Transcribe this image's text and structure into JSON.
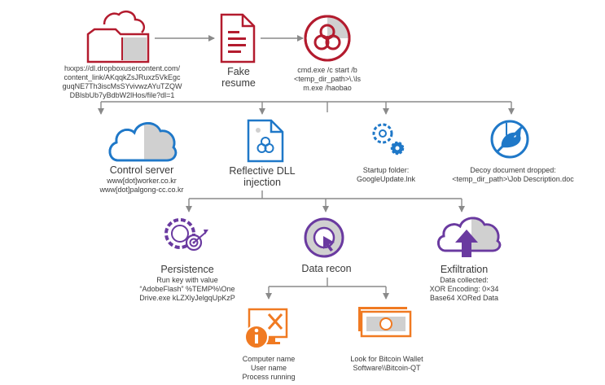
{
  "colors": {
    "red": "#b31b2e",
    "blue": "#1f78c8",
    "purple": "#6a3aa0",
    "orange": "#f07a22",
    "gray_fill": "#d0d0d0",
    "line": "#8a8a8a",
    "text": "#3a3a3a"
  },
  "icons": {
    "cloud_folder": "cloud-folder-icon",
    "resume": "document-icon",
    "cmd": "biohazard-icon",
    "control_server": "cloud-icon",
    "reflective_dll": "biohazard-document-icon",
    "startup": "gears-icon",
    "decoy": "phishing-fish-icon",
    "persistence": "gear-target-icon",
    "data_recon": "cursor-target-icon",
    "exfiltration": "cloud-upload-icon",
    "computer": "computer-info-icon",
    "bitcoin": "banknote-icon"
  },
  "nodes": {
    "dropbox": {
      "lines": [
        "hxxps://dl.dropboxusercontent.com/",
        "content_link/AKqqkZsJRuxz5VkEgc",
        "guqNE7Th3iscMsSYvivwzAYuTZQW",
        "DBlsbUb7yBdbW2lHos/file?dl=1"
      ]
    },
    "fake_resume": {
      "lines": [
        "Fake",
        "resume"
      ]
    },
    "cmd": {
      "lines": [
        "cmd.exe /c start /b",
        "<temp_dir_path>\\.\\ls",
        "m.exe /haobao"
      ]
    },
    "control_server": {
      "title": "Control server",
      "lines": [
        "www[dot]worker.co.kr",
        "www[dot]palgong-cc.co.kr"
      ]
    },
    "reflective_dll": {
      "lines": [
        "Reflective DLL",
        "injection"
      ]
    },
    "startup": {
      "lines": [
        "Startup folder:",
        "GoogleUpdate.lnk"
      ]
    },
    "decoy": {
      "lines": [
        "Decoy document dropped:",
        "<temp_dir_path>\\Job Description.doc"
      ]
    },
    "persistence": {
      "title": "Persistence",
      "lines": [
        "Run key with value",
        "“AdobeFlash” %TEMP%\\One",
        "Drive.exe kLZXlyJelgqUpKzP"
      ]
    },
    "data_recon": {
      "title": "Data recon"
    },
    "exfiltration": {
      "title": "Exfiltration",
      "lines": [
        "Data collected:",
        "XOR Encoding: 0×34",
        "Base64 XORed Data"
      ]
    },
    "computer": {
      "lines": [
        "Computer name",
        "User name",
        "Process running"
      ]
    },
    "bitcoin": {
      "lines": [
        "Look for Bitcoin Wallet",
        "Software\\\\Bitcoin-QT"
      ]
    }
  }
}
